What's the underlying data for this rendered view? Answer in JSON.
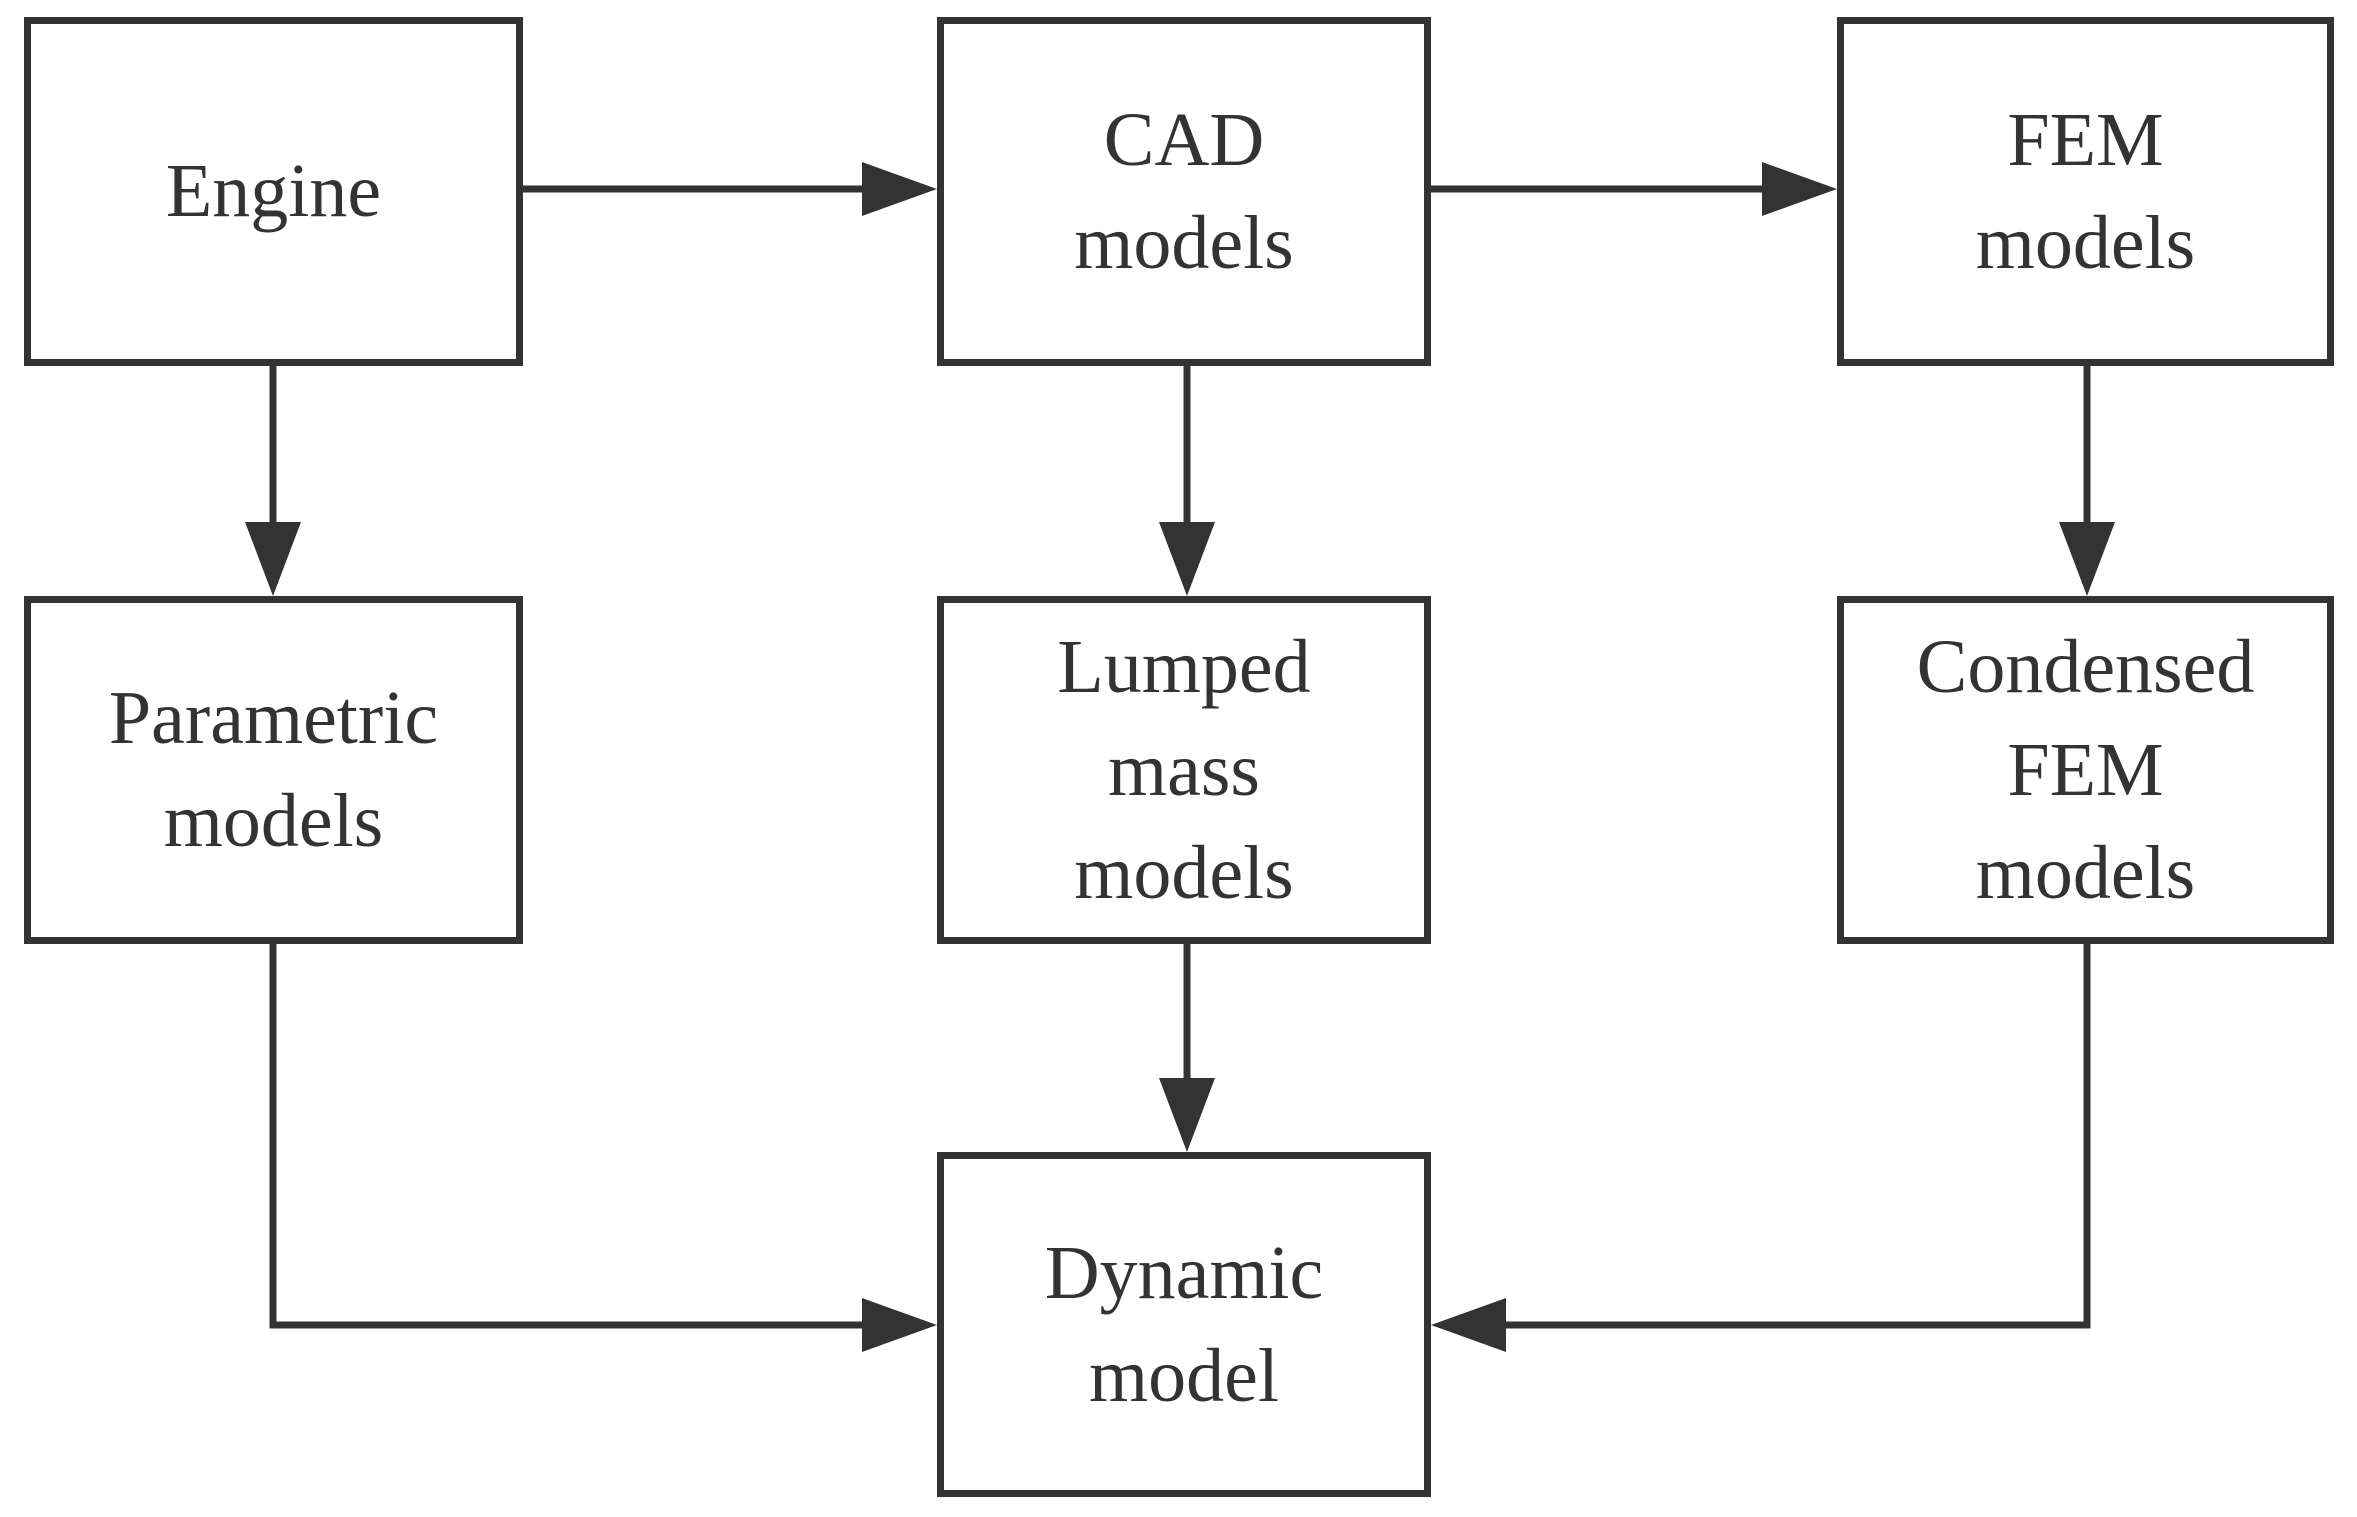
{
  "nodes": {
    "engine": "Engine",
    "cad": "CAD\nmodels",
    "fem": "FEM\nmodels",
    "parametric": "Parametric\nmodels",
    "lumped": "Lumped\nmass\nmodels",
    "condensed": "Condensed\nFEM\nmodels",
    "dynamic": "Dynamic\nmodel"
  },
  "edges": [
    {
      "from": "engine",
      "to": "cad"
    },
    {
      "from": "cad",
      "to": "fem"
    },
    {
      "from": "engine",
      "to": "parametric"
    },
    {
      "from": "cad",
      "to": "lumped"
    },
    {
      "from": "fem",
      "to": "condensed"
    },
    {
      "from": "parametric",
      "to": "dynamic"
    },
    {
      "from": "lumped",
      "to": "dynamic"
    },
    {
      "from": "condensed",
      "to": "dynamic"
    }
  ],
  "colors": {
    "stroke": "#333333",
    "background": "#ffffff"
  }
}
